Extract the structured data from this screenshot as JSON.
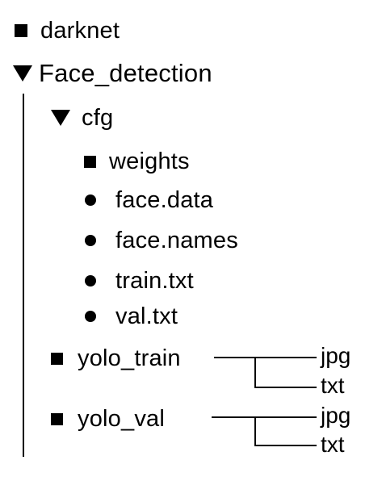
{
  "tree": {
    "root_sibling": {
      "label": "darknet",
      "icon": "square-icon"
    },
    "root": {
      "label": "Face_detection",
      "icon": "triangle-down-icon"
    },
    "cfg": {
      "label": "cfg",
      "icon": "triangle-down-icon",
      "children": [
        {
          "label": "weights",
          "icon": "square-icon"
        },
        {
          "label": "face.data",
          "icon": "bullet-icon"
        },
        {
          "label": "face.names",
          "icon": "bullet-icon"
        },
        {
          "label": "train.txt",
          "icon": "bullet-icon"
        },
        {
          "label": "val.txt",
          "icon": "bullet-icon"
        }
      ]
    },
    "yolo_train": {
      "label": "yolo_train",
      "icon": "square-icon",
      "children": [
        "jpg",
        "txt"
      ]
    },
    "yolo_val": {
      "label": "yolo_val",
      "icon": "square-icon",
      "children": [
        "jpg",
        "txt"
      ]
    }
  },
  "colors": {
    "foreground": "#000000",
    "background": "#ffffff"
  }
}
